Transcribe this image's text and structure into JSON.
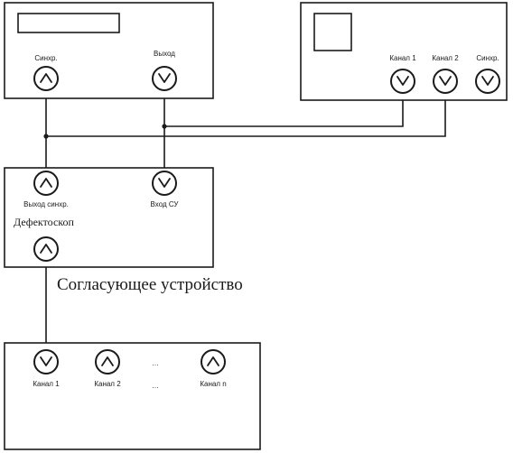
{
  "generator": {
    "sync_label": "Синхр.",
    "output_label": "Выход"
  },
  "oscilloscope": {
    "channel1_label": "Канал 1",
    "channel2_label": "Канал 2",
    "sync_label": "Синхр."
  },
  "matching_device": {
    "sync_output_label": "Выход синхр.",
    "input_label": "Вход СУ",
    "flaw_detector_label": "Дефектоскоп",
    "caption": "Согласующее устройство"
  },
  "flaw_detector": {
    "channel1_label": "Канал 1",
    "channel2_label": "Канал 2",
    "channeln_label": "Канал n",
    "ellipsis": "..."
  }
}
